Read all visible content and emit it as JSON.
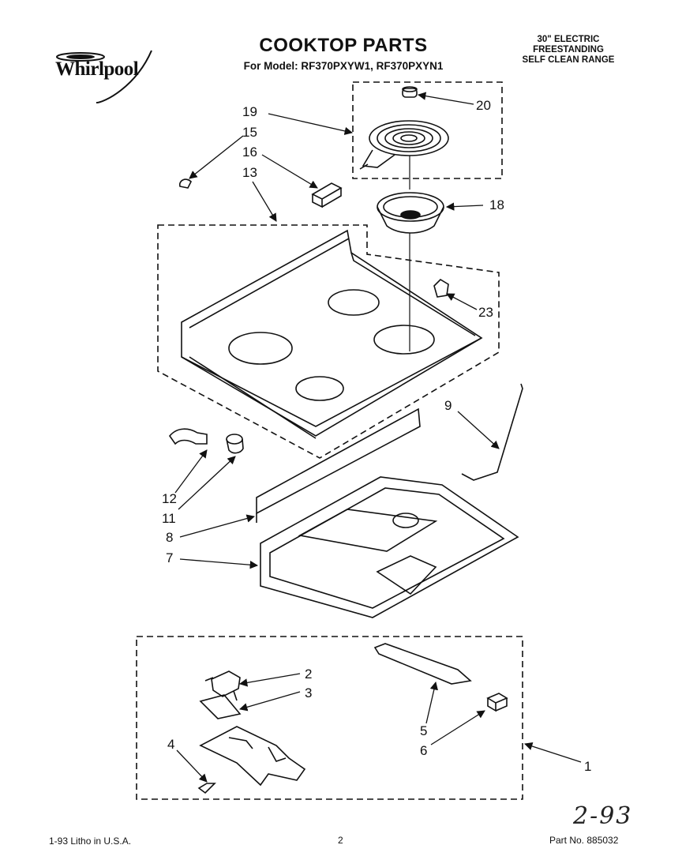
{
  "logo": {
    "text": "Whirlpool"
  },
  "header": {
    "title": "COOKTOP PARTS",
    "subtitle": "For Model: RF370PXYW1, RF370PXYN1",
    "range_type": [
      "30\" ELECTRIC",
      "FREESTANDING",
      "SELF CLEAN RANGE"
    ]
  },
  "callouts": [
    "19",
    "15",
    "16",
    "13",
    "20",
    "18",
    "23",
    "9",
    "12",
    "11",
    "8",
    "7",
    "2",
    "3",
    "5",
    "6",
    "4",
    "1"
  ],
  "footer": {
    "litho": "1-93 Litho in U.S.A.",
    "page": "2",
    "part_no": "Part No. 885032",
    "handwritten_date": "2-93"
  }
}
